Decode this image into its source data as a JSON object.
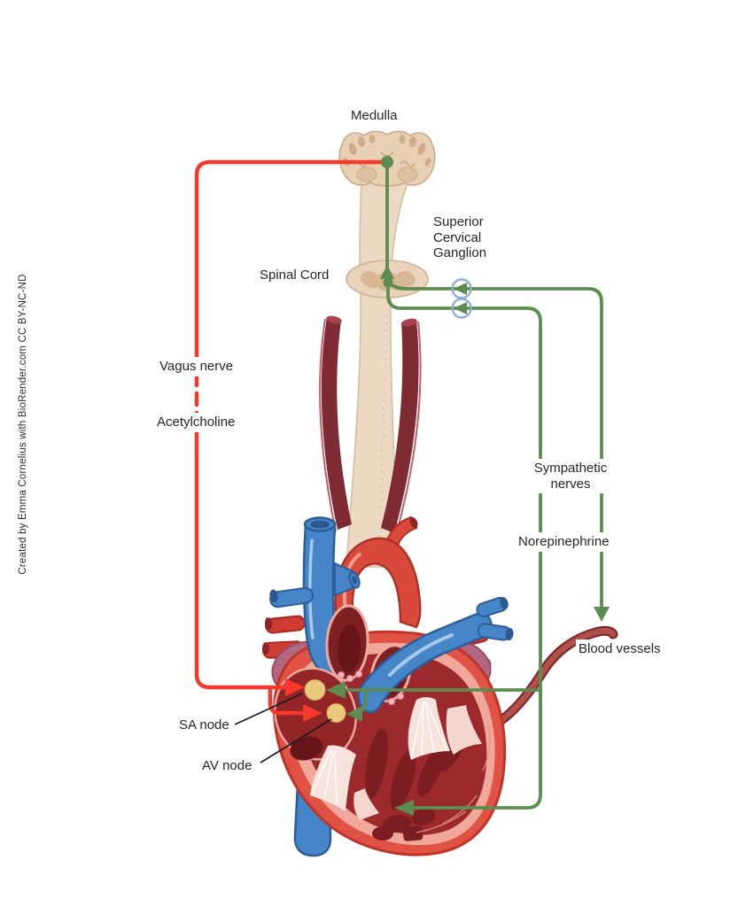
{
  "labels": {
    "medulla": "Medulla",
    "superior_cervical_ganglion": "Superior\nCervical\nGanglion",
    "spinal_cord": "Spinal Cord",
    "vagus_nerve": "Vagus nerve",
    "acetylcholine": "Acetylcholine",
    "sympathetic_nerves": "Sympathetic\nnerves",
    "norepinephrine": "Norepinephrine",
    "blood_vessels": "Blood vessels",
    "sa_node": "SA node",
    "av_node": "AV node"
  },
  "credit": "Created by Emma Cornelius with BioRender.com CC BY-NC-ND",
  "colors": {
    "parasympathetic_line": "#f8382a",
    "sympathetic_line": "#5d8c50",
    "ganglion_ring": "#93aed6",
    "node_fill": "#e8c87a",
    "background": "#ffffff"
  }
}
